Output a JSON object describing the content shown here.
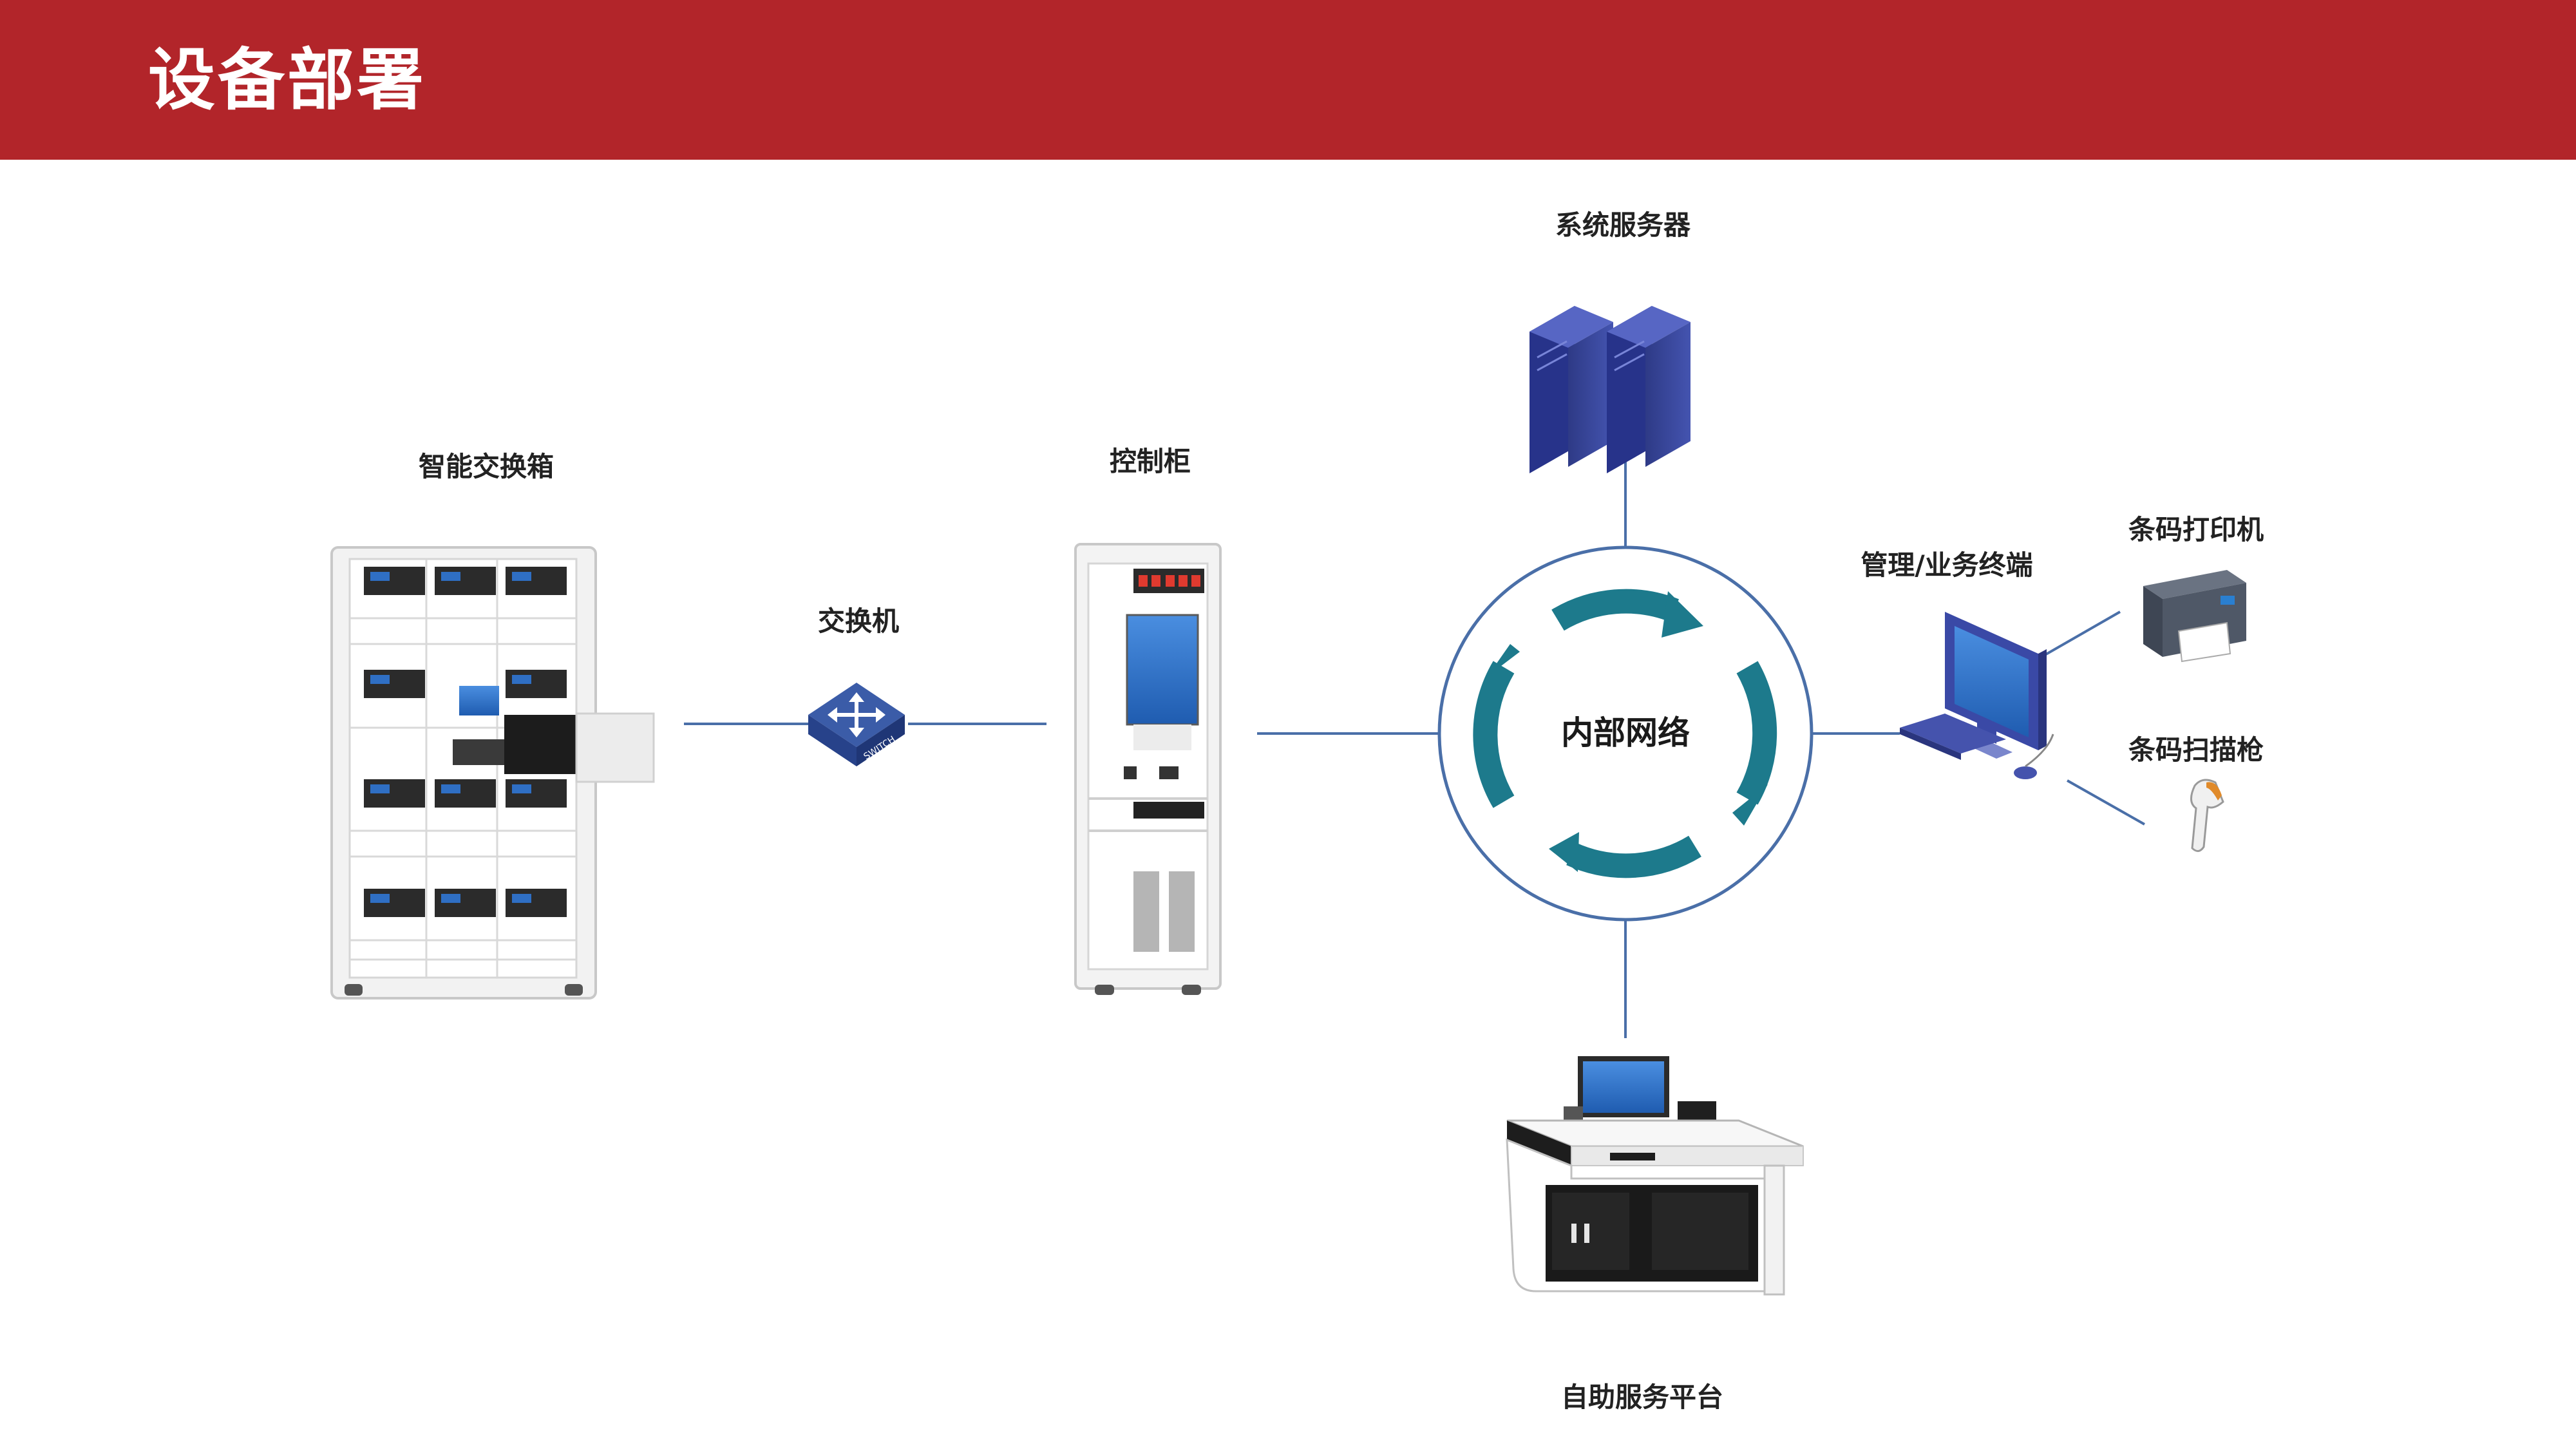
{
  "header": {
    "title": "设备部署"
  },
  "diagram": {
    "nodes": [
      {
        "id": "locker",
        "label": "智能交换箱",
        "icon": "smart-locker-icon"
      },
      {
        "id": "switch",
        "label": "交换机",
        "icon": "network-switch-icon",
        "icon_text": "SWITCH"
      },
      {
        "id": "control",
        "label": "控制柜",
        "icon": "control-cabinet-icon"
      },
      {
        "id": "network",
        "label": "内部网络",
        "icon": "network-cycle-icon"
      },
      {
        "id": "server",
        "label": "系统服务器",
        "icon": "server-icon"
      },
      {
        "id": "terminal",
        "label": "管理/业务终端",
        "icon": "desktop-computer-icon"
      },
      {
        "id": "printer",
        "label": "条码打印机",
        "icon": "barcode-printer-icon"
      },
      {
        "id": "scanner",
        "label": "条码扫描枪",
        "icon": "barcode-scanner-icon"
      },
      {
        "id": "kiosk",
        "label": "自助服务平台",
        "icon": "self-service-kiosk-icon"
      }
    ],
    "edges": [
      {
        "from": "locker",
        "to": "switch"
      },
      {
        "from": "switch",
        "to": "control"
      },
      {
        "from": "control",
        "to": "network"
      },
      {
        "from": "server",
        "to": "network"
      },
      {
        "from": "network",
        "to": "terminal"
      },
      {
        "from": "terminal",
        "to": "printer"
      },
      {
        "from": "terminal",
        "to": "scanner"
      },
      {
        "from": "network",
        "to": "kiosk"
      }
    ]
  },
  "colors": {
    "header_bg": "#b2252a",
    "line": "#4a6fa8",
    "arrow": "#1d7a8c",
    "server": "#3b4a9c",
    "screen": "#2f6fc4"
  }
}
